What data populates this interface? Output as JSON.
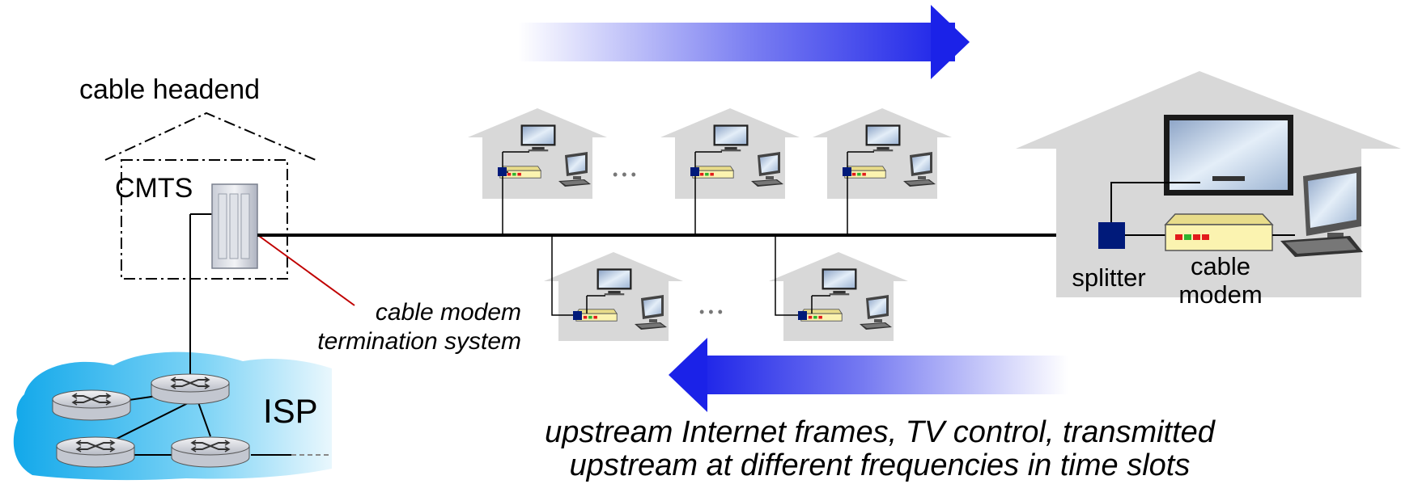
{
  "labels": {
    "headend": "cable headend",
    "cmts": "CMTS",
    "cmts_desc_line1": "cable modem",
    "cmts_desc_line2": "termination system",
    "isp": "ISP",
    "splitter": "splitter",
    "modem_line1": "cable",
    "modem_line2": "modem",
    "ellipsis": "•  •  •"
  },
  "upstream_caption": {
    "line1": "upstream Internet frames, TV control,  transmitted",
    "line2": "upstream at different frequencies in time slots"
  },
  "colors": {
    "arrow": "#1b22e8",
    "house_fill": "#d8d8d8",
    "cloud": "#22b7ec",
    "splitter": "#001a7a",
    "modem": "#f8f0a8",
    "pointer": "#c00000"
  },
  "icons": {
    "house": "house-icon",
    "tv": "tv-icon",
    "computer": "computer-icon",
    "modem": "cable-modem-icon",
    "router": "router-icon",
    "cmts": "cmts-rack-icon"
  }
}
